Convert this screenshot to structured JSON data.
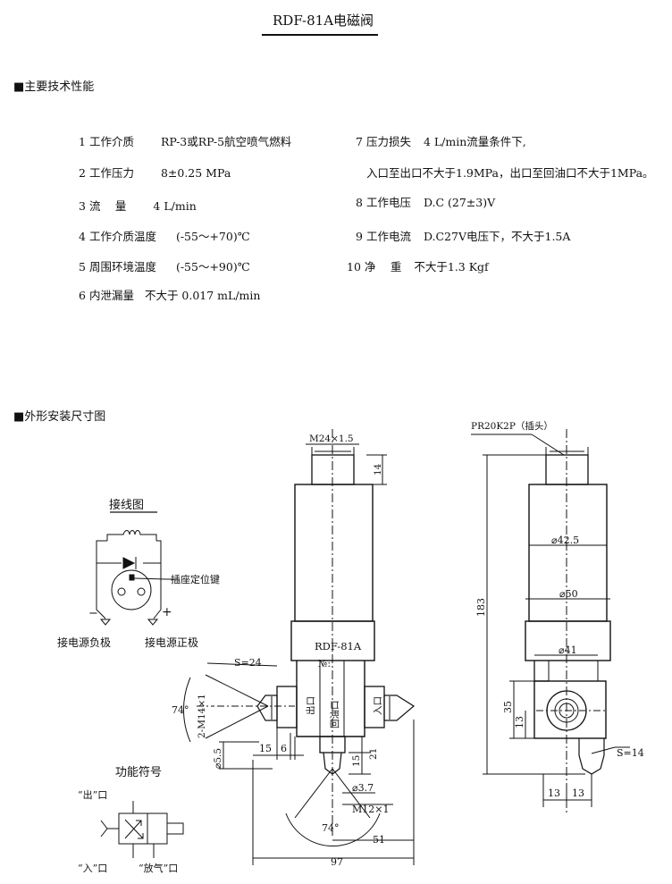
{
  "doc": {
    "title": "RDF-81A电磁阀",
    "section_specs": "■主要技术性能",
    "section_drawing": "■外形安装尺寸图"
  },
  "specs_left": [
    {
      "num": "1",
      "label": "工作介质",
      "value": "RP-3或RP-5航空喷气燃料"
    },
    {
      "num": "2",
      "label": "工作压力",
      "value": "8±0.25 MPa"
    },
    {
      "num": "3",
      "label": "流　 量",
      "value": "4 L/min"
    },
    {
      "num": "4",
      "label": "工作介质温度",
      "value": "(-55～+70)℃"
    },
    {
      "num": "5",
      "label": "周围环境温度",
      "value": "(-55～+90)℃"
    },
    {
      "num": "6",
      "label": "内泄漏量",
      "value": "不大于 0.017 mL/min"
    }
  ],
  "specs_right": [
    {
      "num": "7",
      "label": "压力损失",
      "value": "4 L/min流量条件下,",
      "value2": "入口至出口不大于1.9MPa，出口至回油口不大于1MPa。"
    },
    {
      "num": "8",
      "label": "工作电压",
      "value": "D.C (27±3)V"
    },
    {
      "num": "9",
      "label": "工作电流",
      "value": "D.C27V电压下，不大于1.5A"
    },
    {
      "num": "10",
      "label": "净　 重",
      "value": "不大于1.3 Kgf"
    }
  ],
  "wiring": {
    "title": "接线图",
    "key_label": "插座定位键",
    "neg_label": "接电源负极",
    "pos_label": "接电源正极",
    "minus": "−",
    "plus": "+"
  },
  "function_symbol": {
    "title": "功能符号",
    "out_label": "“出”口",
    "in_label": "“入”口",
    "vent_label": "“放气”口"
  },
  "front_view": {
    "thread_top": "M24×1.5",
    "dim_14": "14",
    "nameplate": "RDF-81A",
    "serial": "№:",
    "s24": "S=24",
    "angle_74_left": "74°",
    "thread_side": "2-M14×1",
    "port_out": "出口",
    "port_return": "回油口",
    "port_in": "入口",
    "dim_15a": "15",
    "dim_6": "6",
    "dim_15b": "15",
    "dim_21": "21",
    "dim_5_5": "⌀5.5",
    "dim_3_7": "⌀3.7",
    "thread_bottom": "M12×1",
    "angle_74_bottom": "74°",
    "dim_51": "51",
    "dim_97": "97"
  },
  "side_view": {
    "connector": "PR20K2P（插头）",
    "dim_42_5": "⌀42.5",
    "dim_50": "⌀50",
    "dim_41": "⌀41",
    "dim_183": "183",
    "dim_35": "35",
    "dim_13v": "13",
    "s14": "S=14",
    "dim_13a": "13",
    "dim_13b": "13"
  }
}
